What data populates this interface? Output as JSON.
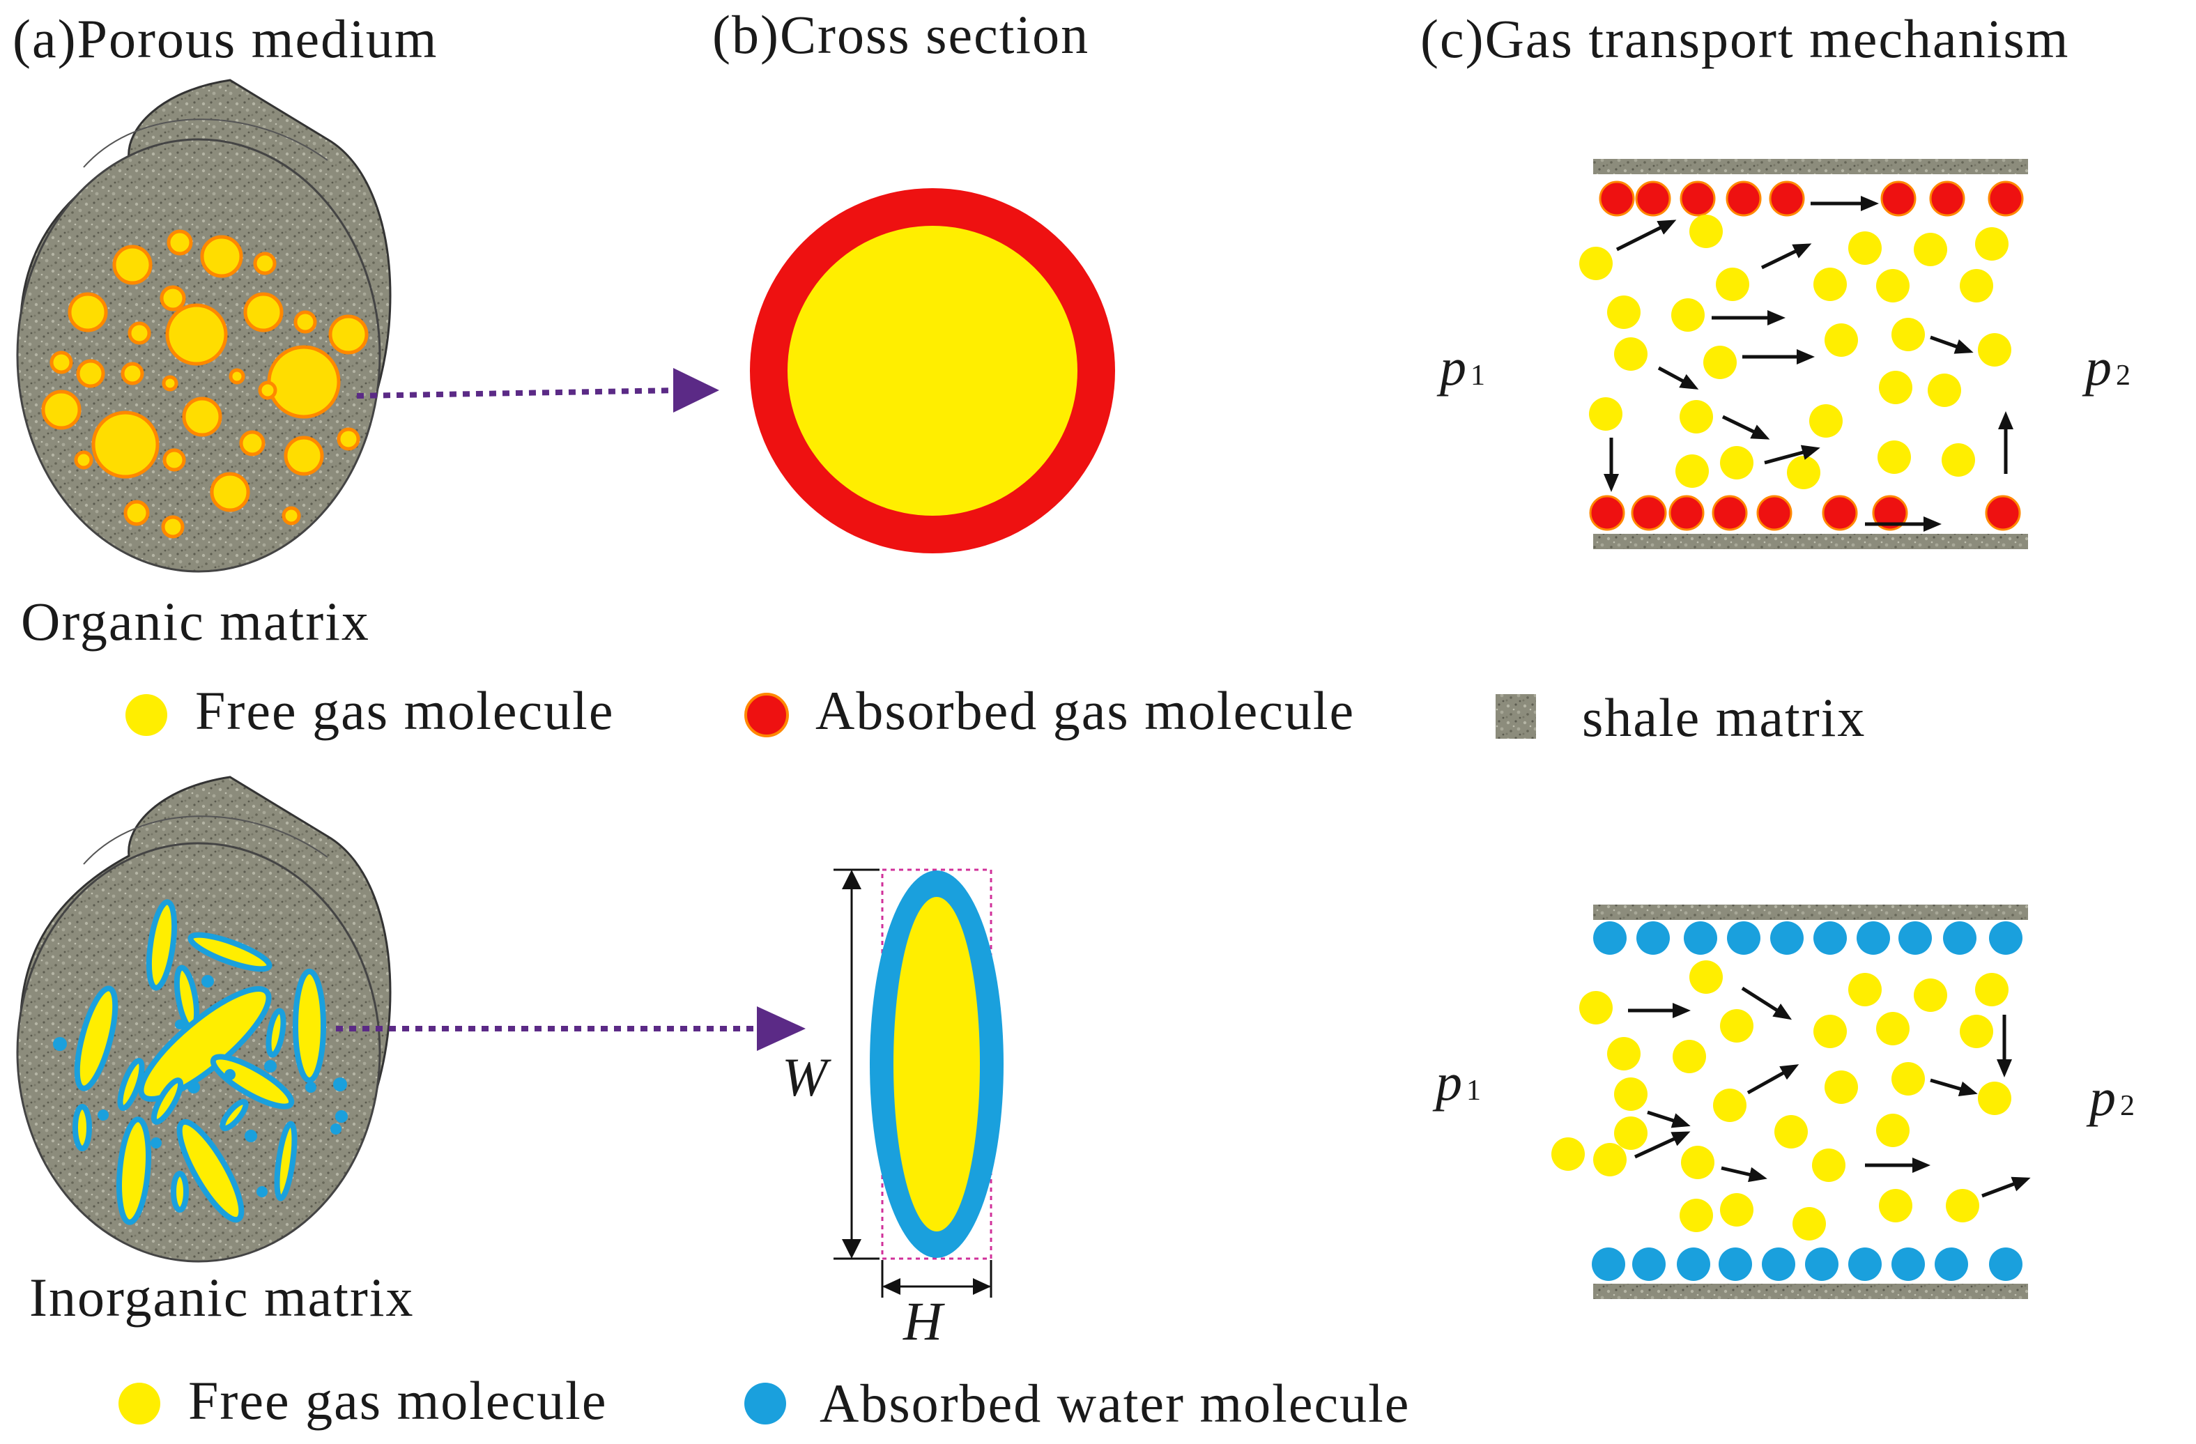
{
  "headings": {
    "a": "(a)Porous medium",
    "b": "(b)Cross section",
    "c": "(c)Gas transport mechanism"
  },
  "organic": {
    "label": "Organic matrix",
    "legend": {
      "free_gas": "Free gas molecule",
      "absorbed_gas": "Absorbed gas molecule",
      "shale": "shale matrix"
    },
    "p_left": "p",
    "p_left_sub": "1",
    "p_right": "p",
    "p_right_sub": "2"
  },
  "inorganic": {
    "label": "Inorganic matrix",
    "legend": {
      "free_gas": "Free gas molecule",
      "absorbed_water": "Absorbed water molecule"
    },
    "dim_w": "W",
    "dim_h": "H",
    "p_left": "p",
    "p_left_sub": "1",
    "p_right": "p",
    "p_right_sub": "2"
  },
  "colors": {
    "free_gas": "#ffee00",
    "absorbed_gas": "#ee1111",
    "absorbed_water": "#1aa0dd",
    "shale": "#8a8a7a",
    "pore_border": "#ff9900",
    "arrow_dotted": "#5b2a86"
  }
}
